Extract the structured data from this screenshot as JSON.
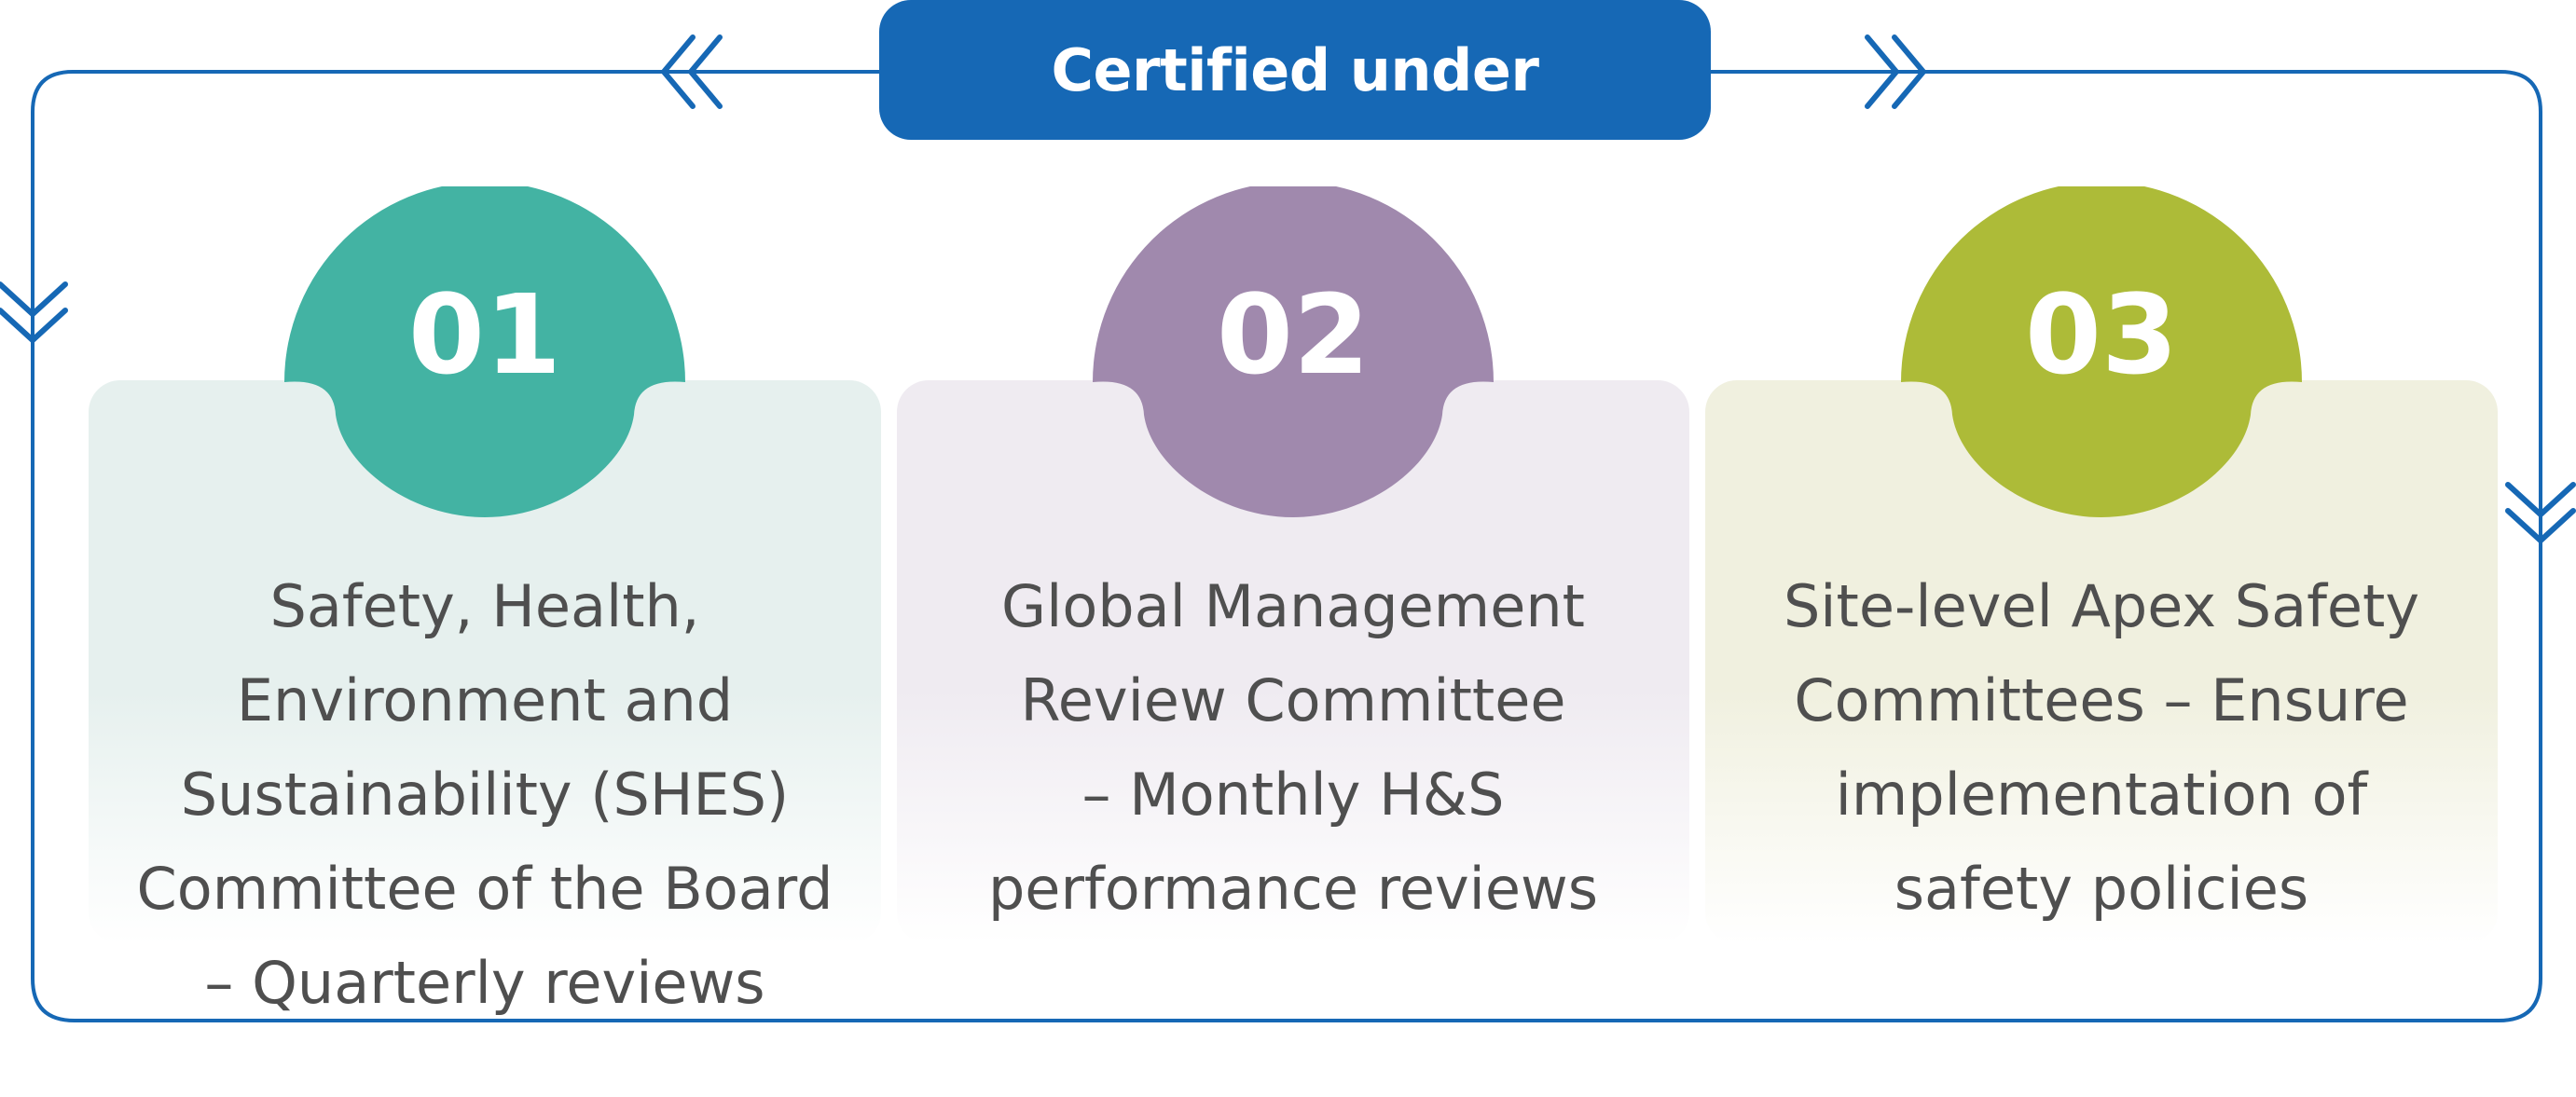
{
  "header": {
    "label": "Certified under"
  },
  "colors": {
    "frame": "#1668b5",
    "badge_1": "#43b3a3",
    "badge_2": "#a089ad",
    "badge_3": "#adbb38",
    "text": "#4f4f4f"
  },
  "steps": [
    {
      "number": "01",
      "text": "Safety, Health,\nEnvironment and\nSustainability (SHES)\nCommittee of the Board\n– Quarterly reviews"
    },
    {
      "number": "02",
      "text": "Global Management\nReview Committee\n– Monthly H&S\nperformance reviews"
    },
    {
      "number": "03",
      "text": "Site-level Apex Safety\nCommittees – Ensure\nimplementation of\nsafety policies"
    }
  ]
}
